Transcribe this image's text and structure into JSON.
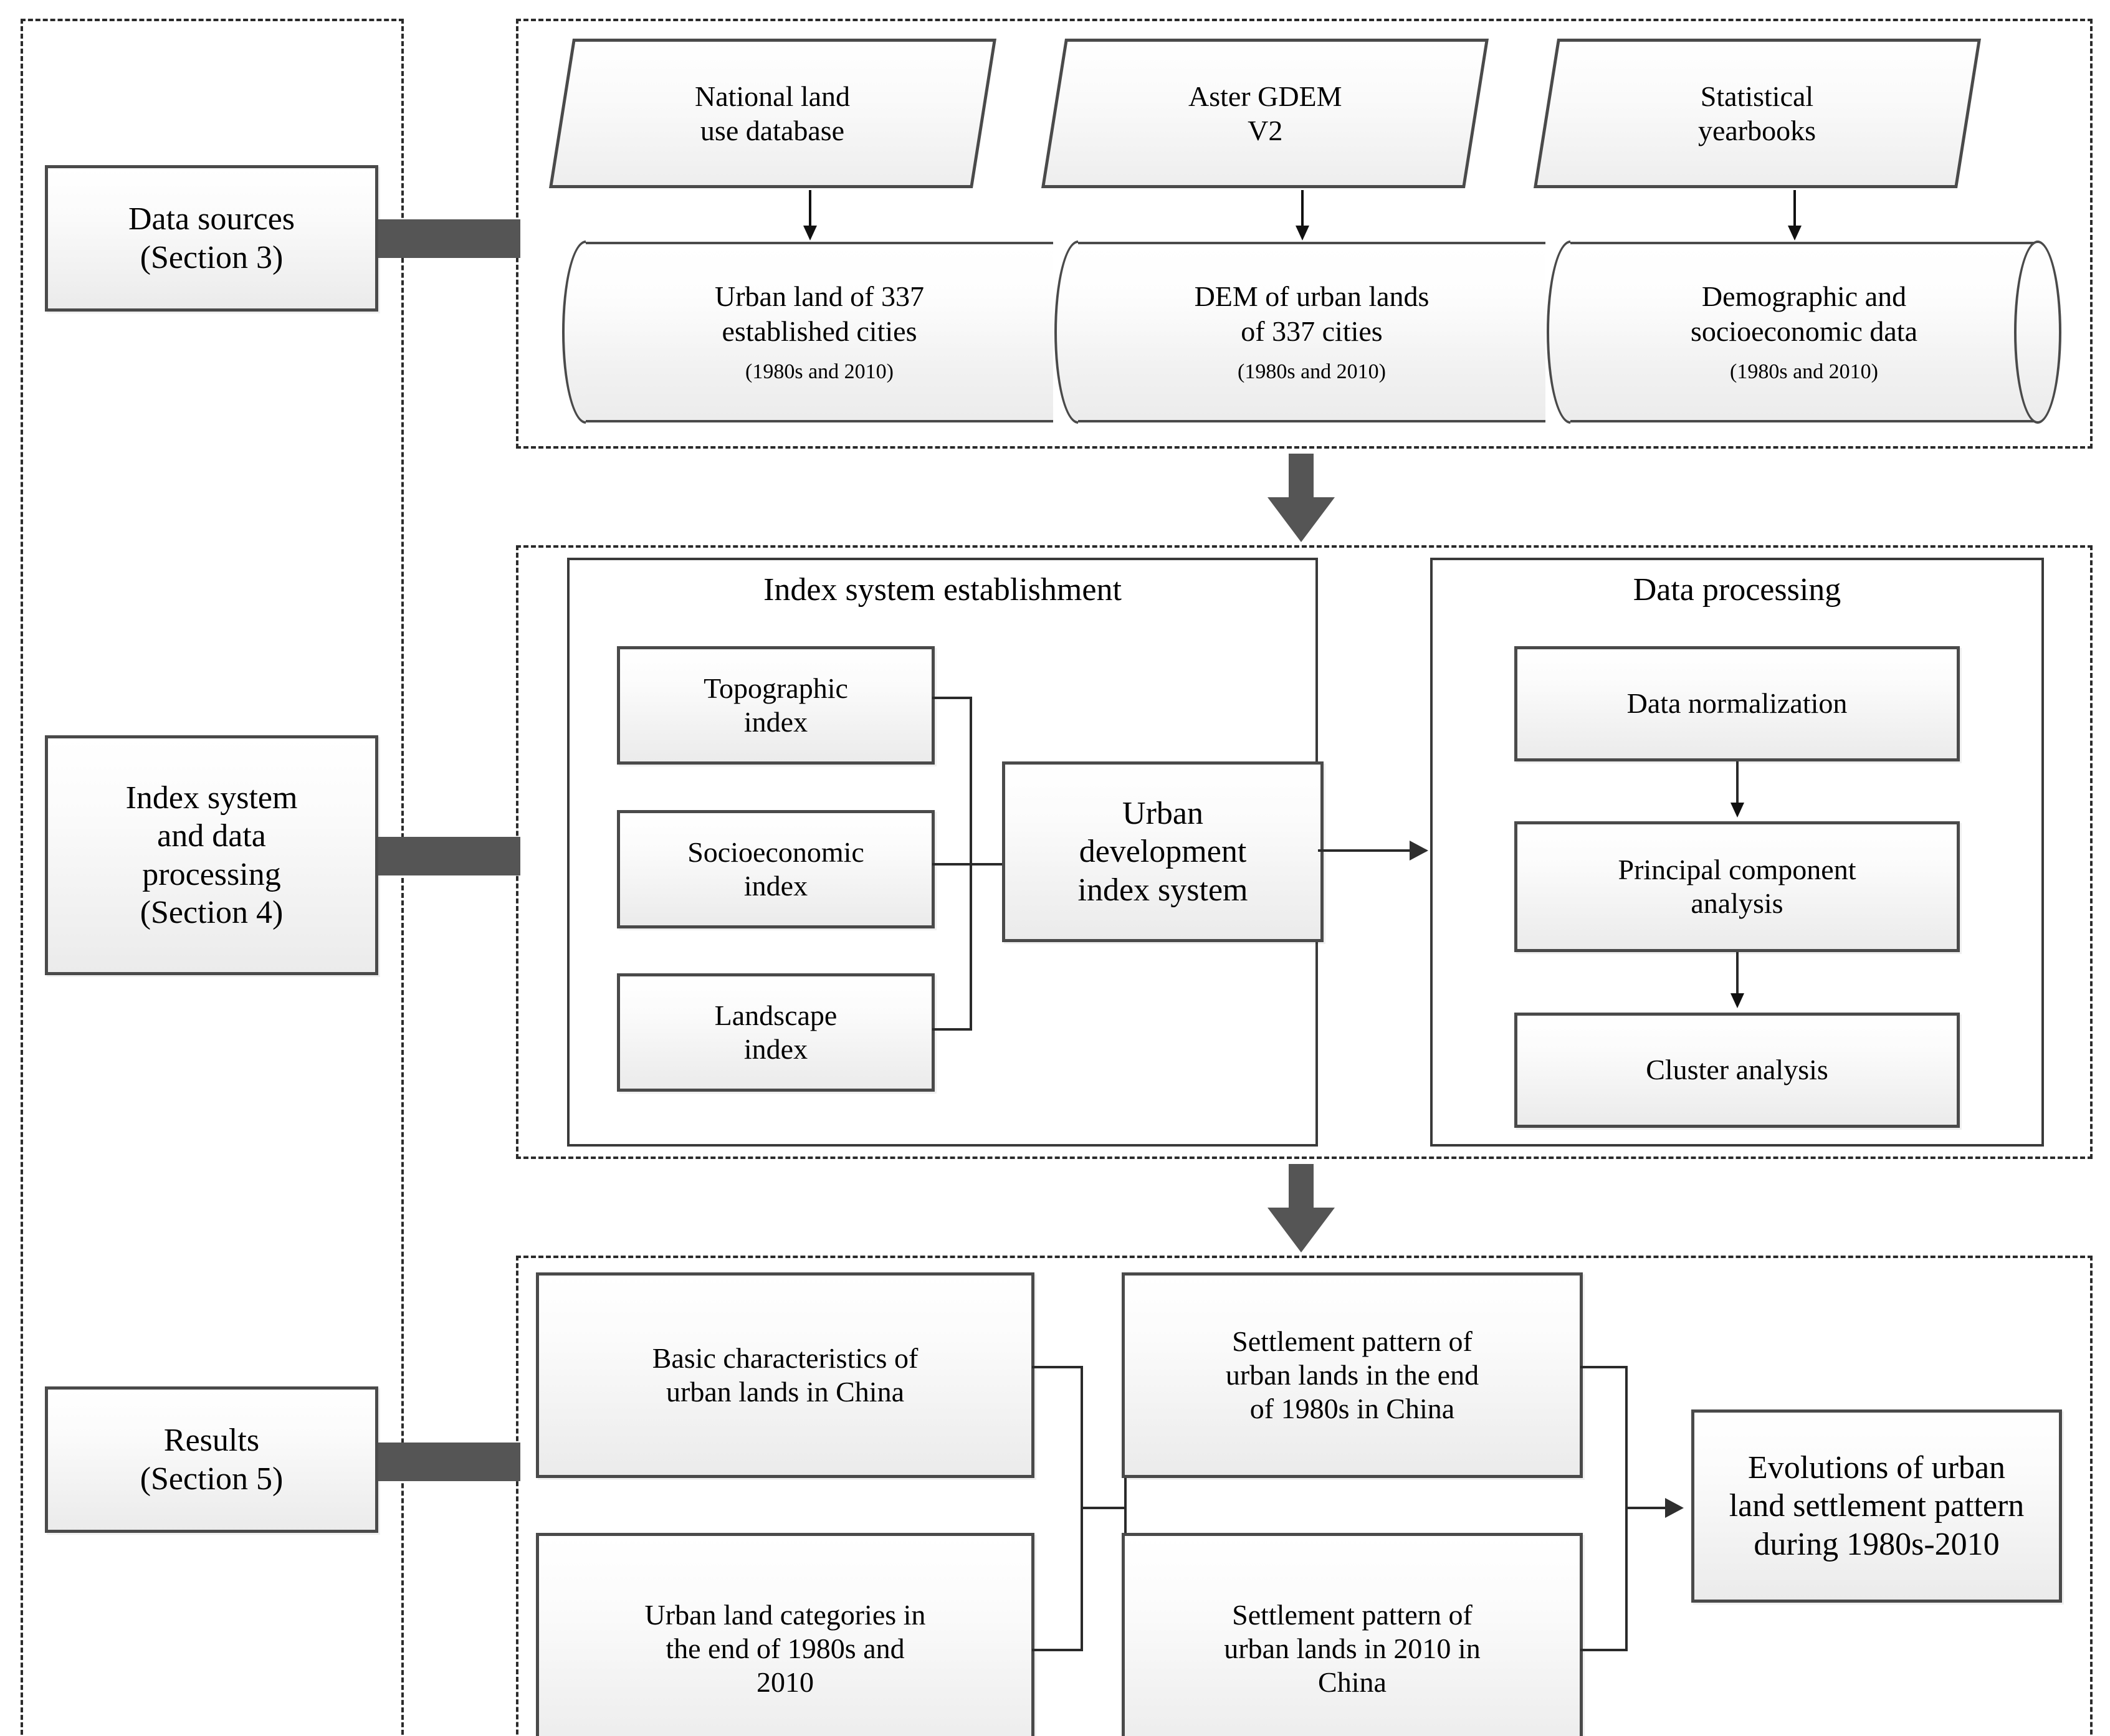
{
  "diagram": {
    "title": "Research framework flowchart",
    "colors": {
      "node_border": "#4a4a4a",
      "connector_gray": "#555555",
      "dashed_border": "#2b2b2b",
      "node_fill_top": "#ffffff",
      "node_fill_bottom": "#ebebeb"
    }
  },
  "stages": [
    {
      "id": "data-sources",
      "label": "Data sources",
      "section": "(Section 3)"
    },
    {
      "id": "index-system",
      "label": "Index system and data processing",
      "line1": "Index system",
      "line2": "and data",
      "line3": "processing",
      "section": "(Section 4)"
    },
    {
      "id": "results",
      "label": "Results",
      "section": "(Section 5)"
    }
  ],
  "data_sources": {
    "inputs": [
      {
        "id": "national-land-use-database",
        "line1": "National land",
        "line2": "use database"
      },
      {
        "id": "aster-gdem-v2",
        "line1": "Aster GDEM",
        "line2": "V2"
      },
      {
        "id": "statistical-yearbooks",
        "line1": "Statistical",
        "line2": "yearbooks"
      }
    ],
    "datasets": [
      {
        "id": "urban-land-337-cities",
        "line1": "Urban land of 337",
        "line2": "established cities",
        "sub": "(1980s and  2010)"
      },
      {
        "id": "dem-urban-lands-337-cities",
        "line1": "DEM of urban lands",
        "line2": "of 337 cities",
        "sub": "(1980s and 2010)"
      },
      {
        "id": "demographic-socioeconomic-data",
        "line1": "Demographic and",
        "line2": "socioeconomic data",
        "sub": "(1980s and 2010)"
      }
    ]
  },
  "index_system": {
    "panel_title": "Index system establishment",
    "indices": [
      {
        "id": "topographic-index",
        "line1": "Topographic",
        "line2": "index"
      },
      {
        "id": "socioeconomic-index",
        "line1": "Socioeconomic",
        "line2": "index"
      },
      {
        "id": "landscape-index",
        "line1": "Landscape",
        "line2": "index"
      }
    ],
    "output": {
      "id": "urban-development-index-system",
      "line1": "Urban",
      "line2": "development",
      "line3": "index system"
    }
  },
  "data_processing": {
    "panel_title": "Data processing",
    "steps": [
      {
        "id": "data-normalization",
        "label": "Data normalization"
      },
      {
        "id": "principal-component-analysis",
        "line1": "Principal component",
        "line2": "analysis"
      },
      {
        "id": "cluster-analysis",
        "label": "Cluster analysis"
      }
    ]
  },
  "results": {
    "left": [
      {
        "id": "basic-characteristics",
        "line1": "Basic characteristics of",
        "line2": "urban lands in China"
      },
      {
        "id": "urban-land-categories",
        "line1": "Urban land categories in",
        "line2": "the end of 1980s and",
        "line3": "2010"
      }
    ],
    "middle": [
      {
        "id": "settlement-pattern-1980s",
        "line1": "Settlement pattern of",
        "line2": "urban lands in the end",
        "line3": "of 1980s in China"
      },
      {
        "id": "settlement-pattern-2010",
        "line1": "Settlement pattern of",
        "line2": "urban lands in 2010 in",
        "line3": "China"
      }
    ],
    "right": {
      "id": "evolutions-of-urban-land-settlement-pattern",
      "line1": "Evolutions of urban",
      "line2": "land settlement pattern",
      "line3": "during 1980s-2010"
    }
  }
}
